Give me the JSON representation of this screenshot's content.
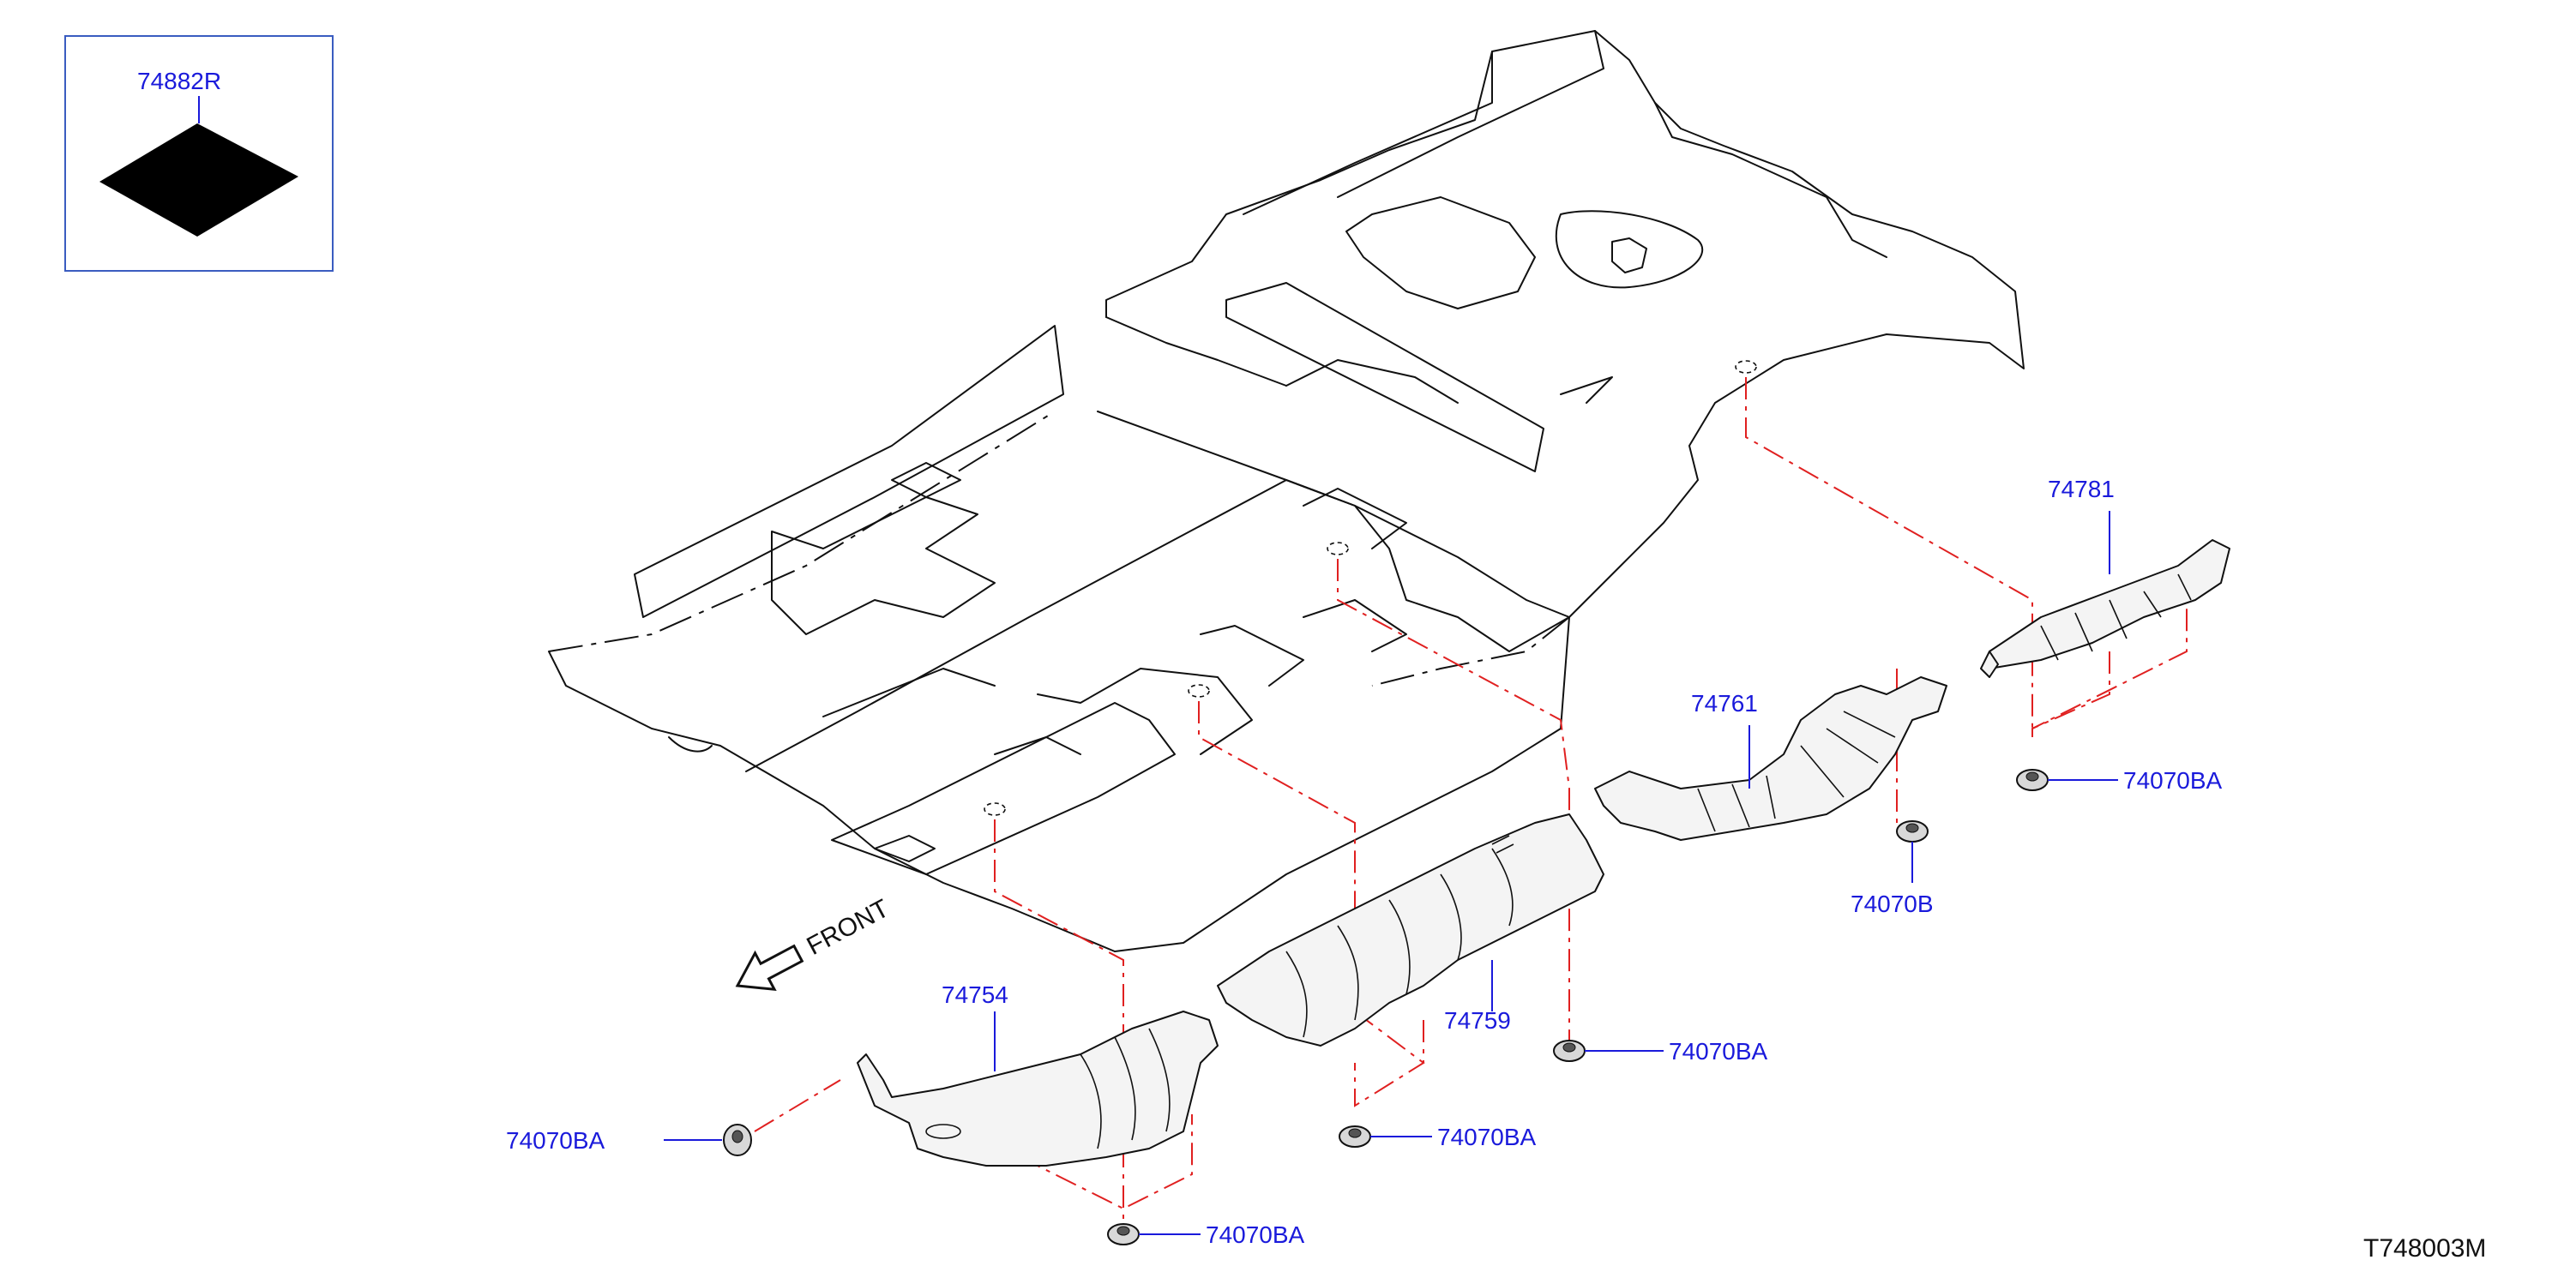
{
  "drawing_code": "T748003M",
  "front_label": "FRONT",
  "inset": {
    "part_number": "74882R",
    "swatch_color": "#000000",
    "border_color": "#3a5cc0"
  },
  "callouts": {
    "p74781": "74781",
    "p74761": "74761",
    "p74754": "74754",
    "p74759": "74759",
    "c74070B": "74070B",
    "c74070BA_rear": "74070BA",
    "c74070BA_mid": "74070BA",
    "c74070BA_center": "74070BA",
    "c74070BA_left": "74070BA",
    "c74070BA_bottom": "74070BA"
  },
  "colors": {
    "label_blue": "#1a1adb",
    "guide_red": "#e02020",
    "line_black": "#111111"
  }
}
